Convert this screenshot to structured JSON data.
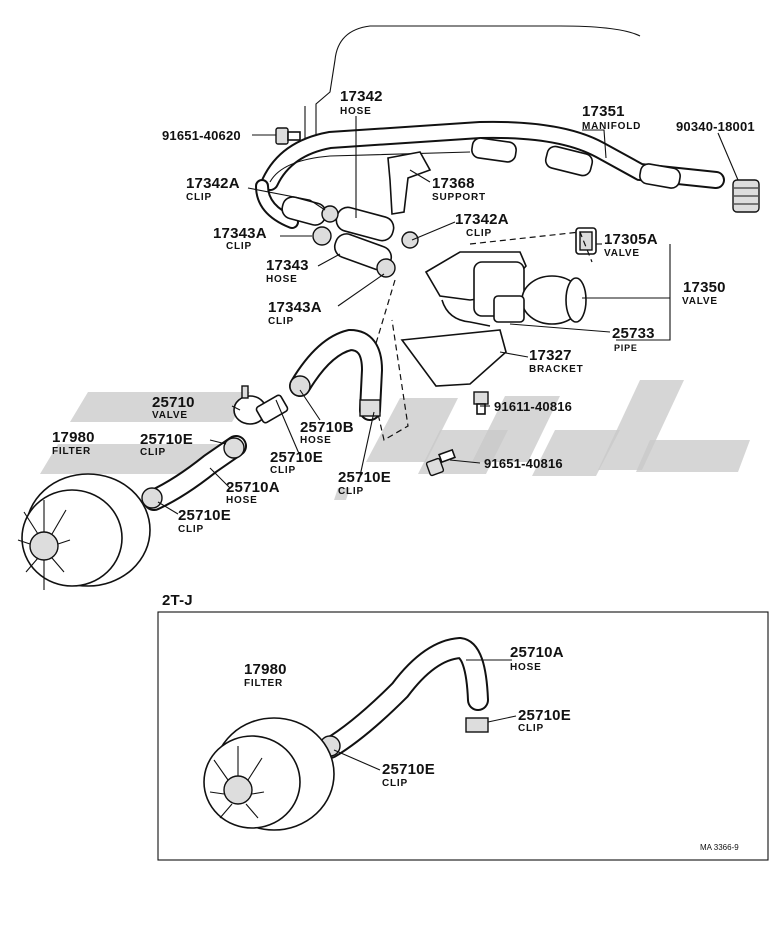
{
  "colors": {
    "ink": "#111111",
    "paper": "#ffffff",
    "watermark": "#c8c8c8"
  },
  "callouts": {
    "p17342": {
      "number": "17342",
      "name": "HOSE"
    },
    "p91651_40620": {
      "number": "91651-40620"
    },
    "p17351": {
      "number": "17351",
      "name": "MANIFOLD"
    },
    "p90340": {
      "number": "90340-18001"
    },
    "p17342A_1": {
      "number": "17342A",
      "name": "CLIP"
    },
    "p17368": {
      "number": "17368",
      "name": "SUPPORT"
    },
    "p17342A_2": {
      "number": "17342A",
      "name": "CLIP"
    },
    "p17343A_1": {
      "number": "17343A",
      "name": "CLIP"
    },
    "p17305A": {
      "number": "17305A",
      "name": "VALVE"
    },
    "p17343": {
      "number": "17343",
      "name": "HOSE"
    },
    "p17350": {
      "number": "17350",
      "name": "VALVE"
    },
    "p17343A_2": {
      "number": "17343A",
      "name": "CLIP"
    },
    "p25733": {
      "number": "25733",
      "name": "PIPE"
    },
    "p17327": {
      "number": "17327",
      "name": "BRACKET"
    },
    "p25710": {
      "number": "25710",
      "name": "VALVE"
    },
    "p25710B": {
      "number": "25710B",
      "name": "HOSE"
    },
    "p91611": {
      "number": "91611-40816"
    },
    "p17980": {
      "number": "17980",
      "name": "FILTER"
    },
    "p25710E_1": {
      "number": "25710E",
      "name": "CLIP"
    },
    "p25710E_2": {
      "number": "25710E",
      "name": "CLIP"
    },
    "p25710E_3": {
      "number": "25710E",
      "name": "CLIP"
    },
    "p91651_40816": {
      "number": "91651-40816"
    },
    "p25710A": {
      "number": "25710A",
      "name": "HOSE"
    },
    "p25710E_4": {
      "number": "25710E",
      "name": "CLIP"
    }
  },
  "inset": {
    "title": "2T-J",
    "p17980": {
      "number": "17980",
      "name": "FILTER"
    },
    "p25710A": {
      "number": "25710A",
      "name": "HOSE"
    },
    "p25710E_a": {
      "number": "25710E",
      "name": "CLIP"
    },
    "p25710E_b": {
      "number": "25710E",
      "name": "CLIP"
    }
  },
  "footer": {
    "code": "MA 3366-9"
  }
}
